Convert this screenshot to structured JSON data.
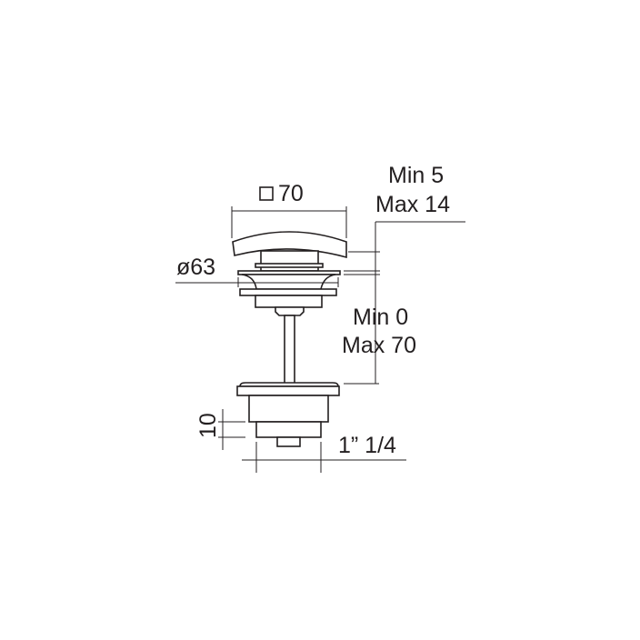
{
  "dimensions": {
    "cap_size": "70",
    "diameter": "ø63",
    "cap_height_min": "Min 5",
    "cap_height_max": "Max 14",
    "stroke_min": "Min 0",
    "stroke_max": "Max 70",
    "thread_height": "10",
    "thread_size": "1” 1/4"
  },
  "icons": {
    "cap_size_symbol": "square-icon"
  }
}
